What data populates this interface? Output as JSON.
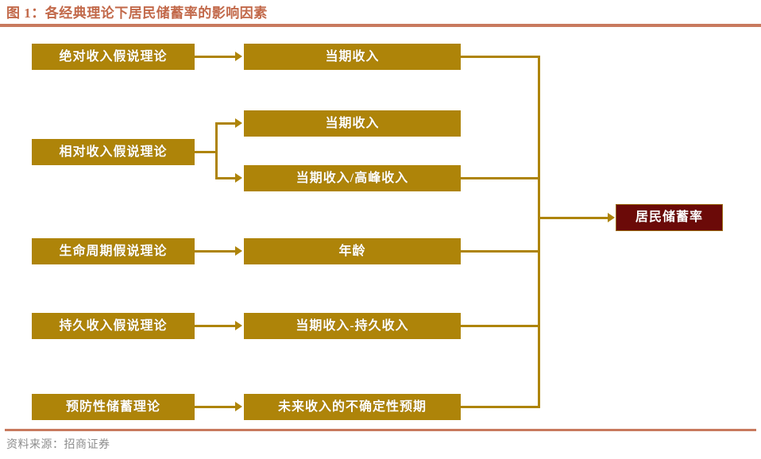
{
  "figure": {
    "title": "图 1：各经典理论下居民储蓄率的影响因素",
    "source_note": "资料来源：招商证券",
    "accent_color": "#C87A5E",
    "node_color": "#AE8409",
    "result_color": "#6B0A08",
    "title_color": "#C2694A",
    "source_color": "#8D8D8D"
  },
  "diagram": {
    "type": "flowchart",
    "result": {
      "label": "居民储蓄率"
    },
    "rows": [
      {
        "theory": "绝对收入假说理论",
        "factors": [
          "当期收入"
        ]
      },
      {
        "theory": "相对收入假说理论",
        "factors": [
          "当期收入",
          "当期收入/高峰收入"
        ]
      },
      {
        "theory": "生命周期假说理论",
        "factors": [
          "年龄"
        ]
      },
      {
        "theory": "持久收入假说理论",
        "factors": [
          "当期收入-持久收入"
        ]
      },
      {
        "theory": "预防性储蓄理论",
        "factors": [
          "未来收入的不确定性预期"
        ]
      }
    ]
  }
}
